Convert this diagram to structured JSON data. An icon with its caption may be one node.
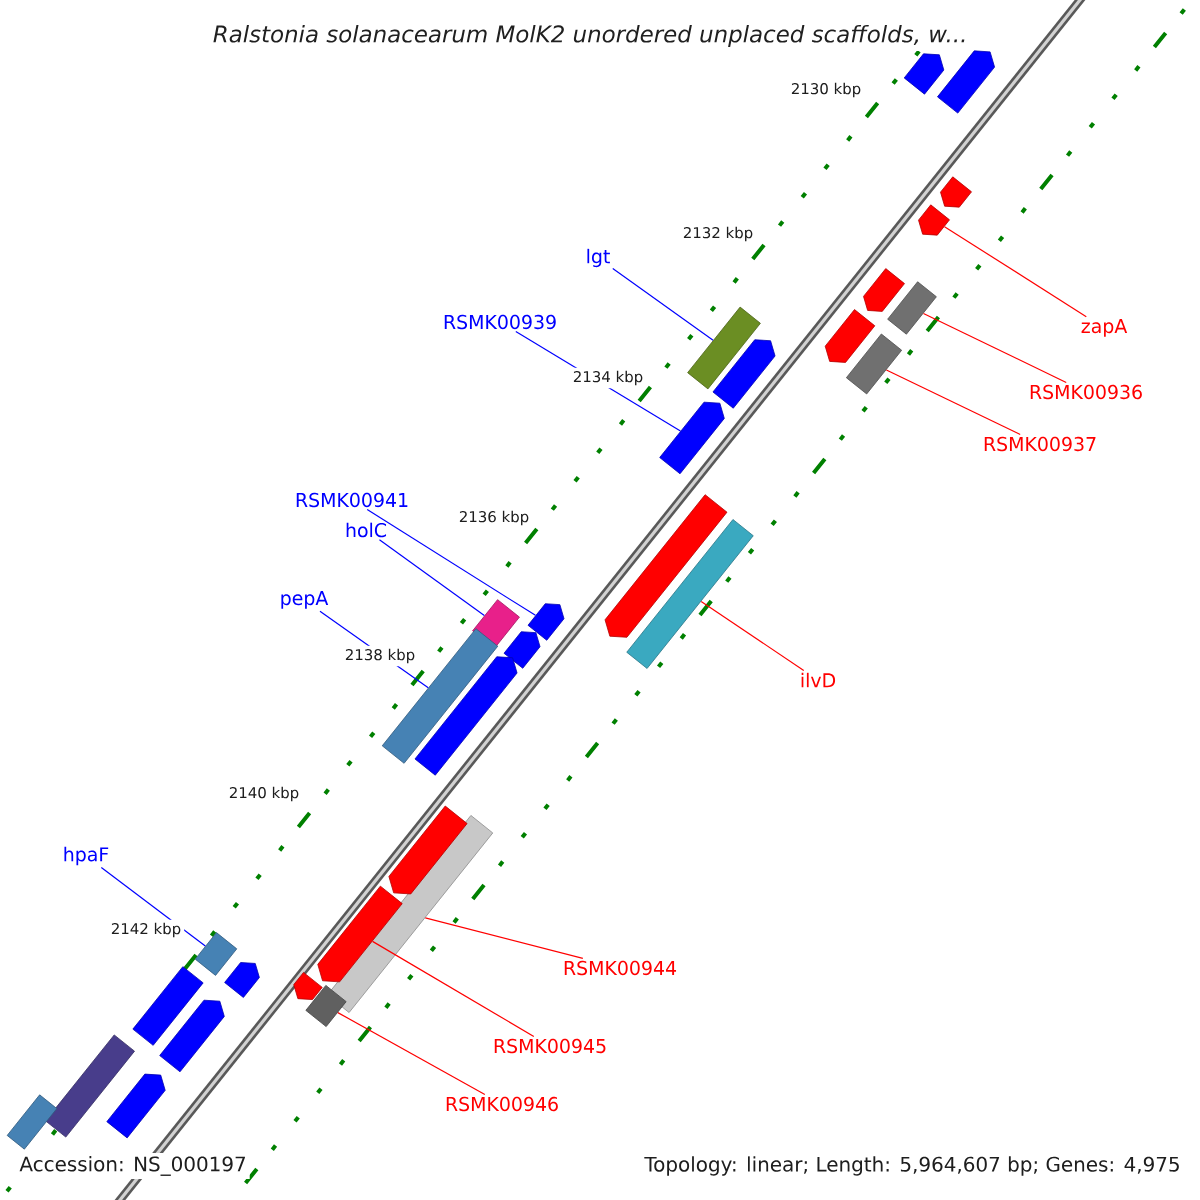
{
  "diagram": {
    "title": "Ralstonia solanacearum MolK2 unordered unplaced scaffolds, w...",
    "nodes": [
      {
        "text": [
          "lgt"
        ]
      },
      {
        "text": [
          "RSMK00939"
        ]
      },
      {
        "text": [
          "RSMK00941"
        ]
      },
      {
        "text": [
          "holC"
        ]
      },
      {
        "text": [
          "pepA"
        ]
      },
      {
        "text": [
          "hpaF"
        ]
      },
      {
        "text": [
          "zapA"
        ]
      },
      {
        "text": [
          "RSMK00936"
        ]
      },
      {
        "text": [
          "RSMK00937"
        ]
      },
      {
        "text": [
          "ilvD"
        ]
      },
      {
        "text": [
          "RSMK00944"
        ]
      },
      {
        "text": [
          "RSMK00945"
        ]
      },
      {
        "text": [
          "RSMK00946"
        ]
      },
      {
        "text": [],
        "shape": "box"
      },
      {
        "text": [],
        "shape": "arrow"
      },
      {
        "text": [],
        "shape": "arrow"
      },
      {
        "text": [],
        "shape": "box"
      },
      {
        "text": [],
        "shape": "box"
      },
      {
        "text": [],
        "shape": "box"
      },
      {
        "text": [],
        "shape": "arrow"
      },
      {
        "text": [],
        "shape": "box"
      },
      {
        "text": [],
        "shape": "box"
      },
      {
        "text": [],
        "shape": "box"
      },
      {
        "text": [],
        "shape": "box"
      },
      {
        "text": [],
        "shape": "arrow"
      },
      {
        "text": [],
        "shape": "box"
      },
      {
        "text": [],
        "shape": "arrow"
      },
      {
        "text": [],
        "shape": "arrow"
      },
      {
        "text": [],
        "shape": "arrow"
      },
      {
        "text": [],
        "shape": "arrow"
      },
      {
        "text": [],
        "shape": "arrow"
      },
      {
        "text": [],
        "shape": "arrow"
      },
      {
        "text": [],
        "shape": "arrow"
      },
      {
        "text": [],
        "shape": "arrow"
      },
      {
        "text": [],
        "shape": "arrow"
      },
      {
        "text": [],
        "shape": "arrow"
      },
      {
        "text": [],
        "shape": "arrow"
      },
      {
        "text": [],
        "shape": "arrow"
      },
      {
        "text": [],
        "shape": "box"
      },
      {
        "text": [],
        "shape": "arrow"
      },
      {
        "text": [],
        "shape": "box"
      },
      {
        "text": [],
        "shape": "arrow"
      },
      {
        "text": [],
        "shape": "box"
      }
    ],
    "edges": [
      {
        "from": 0,
        "to": 13,
        "arrow": "none",
        "color": "#0000ff"
      },
      {
        "from": 1,
        "to": 14,
        "arrow": "none",
        "color": "#0000ff"
      },
      {
        "from": 2,
        "to": 15,
        "arrow": "none",
        "color": "#0000ff"
      },
      {
        "from": 3,
        "to": 16,
        "arrow": "none",
        "color": "#0000ff"
      },
      {
        "from": 4,
        "to": 17,
        "arrow": "none",
        "color": "#0000ff"
      },
      {
        "from": 5,
        "to": 18,
        "arrow": "none",
        "color": "#0000ff"
      },
      {
        "from": 6,
        "to": 19,
        "arrow": "none"
      },
      {
        "from": 7,
        "to": 20,
        "arrow": "none"
      },
      {
        "from": 8,
        "to": 21,
        "arrow": "none"
      },
      {
        "from": 9,
        "to": 22,
        "arrow": "none"
      },
      {
        "from": 10,
        "to": 23,
        "arrow": "none"
      },
      {
        "from": 11,
        "to": 24,
        "arrow": "none"
      },
      {
        "from": 12,
        "to": 25,
        "arrow": "none"
      }
    ],
    "labels": [
      "2130 kbp",
      "2132 kbp",
      "2134 kbp",
      "2136 kbp",
      "2138 kbp",
      "2140 kbp",
      "2142 kbp",
      "Accession: NS_000197",
      "Topology: linear; Length: 5,964,607 bp; Genes: 4,975"
    ]
  }
}
